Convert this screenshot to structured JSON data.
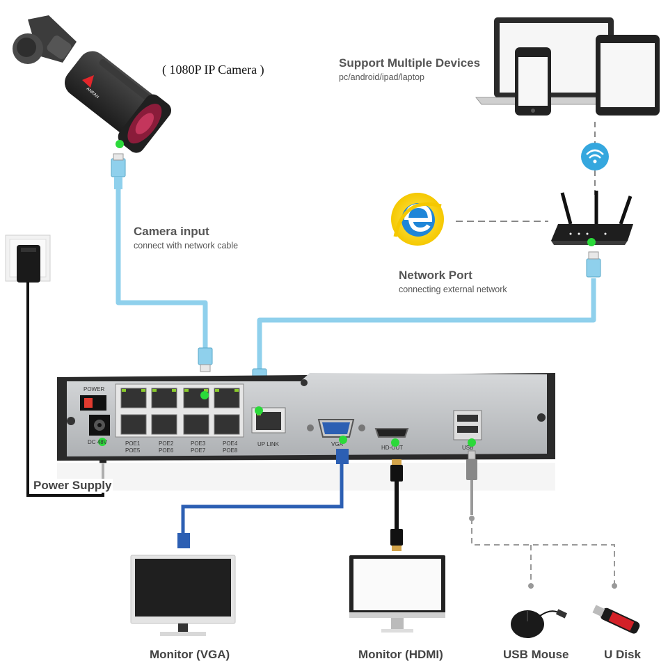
{
  "camera": {
    "caption": "( 1080P IP Camera )",
    "brand": "ANRAN"
  },
  "devices": {
    "title": "Support Multiple Devices",
    "subtitle": "pc/android/ipad/laptop"
  },
  "camera_input": {
    "title": "Camera input",
    "subtitle": "connect with network cable"
  },
  "network_port": {
    "title": "Network Port",
    "subtitle": "connecting external network"
  },
  "power_supply": {
    "label": "Power Supply"
  },
  "nvr": {
    "power_label": "POWER",
    "dc_label": "DC 48V",
    "poe_labels": [
      "POE1",
      "POE2",
      "POE3",
      "POE4",
      "POE5",
      "POE6",
      "POE7",
      "POE8"
    ],
    "uplink_label": "UP LINK",
    "vga_label": "VGA",
    "hdmi_label": "HD-OUT",
    "usb_label": "USB"
  },
  "outputs": {
    "monitor_vga": "Monitor (VGA)",
    "monitor_hdmi": "Monitor (HDMI)",
    "usb_mouse": "USB Mouse",
    "u_disk": "U Disk"
  },
  "colors": {
    "cable": "#8fd0ec",
    "connector_dot": "#2bd93a",
    "chassis": "#2a2a2a",
    "panel": "#c9cbcd"
  }
}
